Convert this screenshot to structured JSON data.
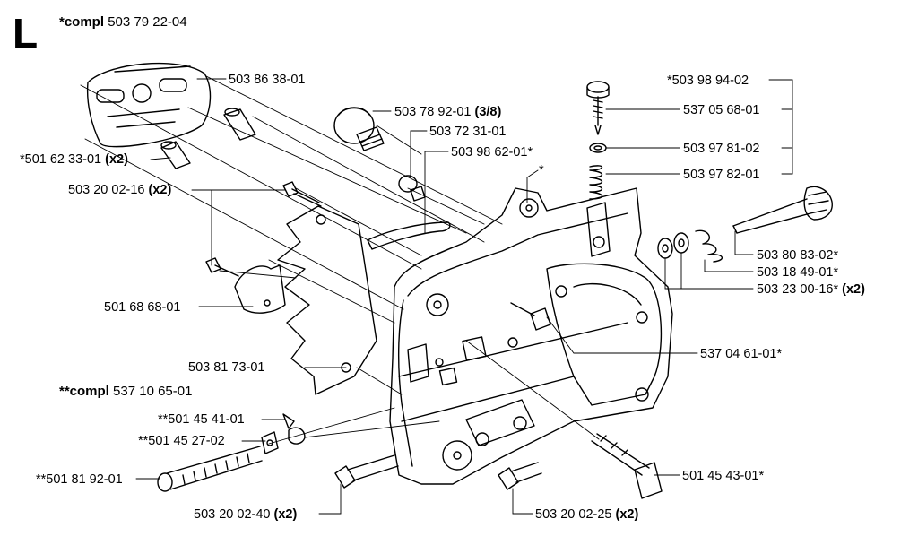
{
  "section": {
    "letter": "L",
    "assembly_prefix": "*compl",
    "assembly_number": "503 79 22-04"
  },
  "subassembly": {
    "prefix": "**compl",
    "number": "537 10 65-01"
  },
  "parts": [
    {
      "id": "p1",
      "number": "503 86 38-01",
      "qty": ""
    },
    {
      "id": "p2",
      "number": "*501 62 33-01",
      "qty": "(x2)"
    },
    {
      "id": "p3",
      "number": "503 20 02-16",
      "qty": "(x2)"
    },
    {
      "id": "p4",
      "number": "501 68 68-01",
      "qty": ""
    },
    {
      "id": "p5",
      "number": "503 81 73-01",
      "qty": ""
    },
    {
      "id": "p6",
      "number": "**501 45 41-01",
      "qty": ""
    },
    {
      "id": "p7",
      "number": "**501 45 27-02",
      "qty": ""
    },
    {
      "id": "p8",
      "number": "**501 81 92-01",
      "qty": ""
    },
    {
      "id": "p9",
      "number": "503 20 02-40",
      "qty": "(x2)"
    },
    {
      "id": "p10",
      "number": "503 20 02-25",
      "qty": "(x2)"
    },
    {
      "id": "p11",
      "number": "501 45 43-01*",
      "qty": ""
    },
    {
      "id": "p12",
      "number": "537 04 61-01*",
      "qty": ""
    },
    {
      "id": "p13",
      "number": "503 23 00-16*",
      "qty": "(x2)"
    },
    {
      "id": "p14",
      "number": "503 18 49-01*",
      "qty": ""
    },
    {
      "id": "p15",
      "number": "503 80 83-02*",
      "qty": ""
    },
    {
      "id": "p16",
      "number": "503 97 82-01",
      "qty": ""
    },
    {
      "id": "p17",
      "number": "503 97 81-02",
      "qty": ""
    },
    {
      "id": "p18",
      "number": "537 05 68-01",
      "qty": ""
    },
    {
      "id": "p19",
      "number": "*503 98 94-02",
      "qty": ""
    },
    {
      "id": "p20",
      "number": "503 78 92-01",
      "qty": "(3/8)"
    },
    {
      "id": "p21",
      "number": "503 72 31-01",
      "qty": ""
    },
    {
      "id": "p22",
      "number": "503 98 62-01*",
      "qty": ""
    },
    {
      "id": "p23",
      "number": "*",
      "qty": ""
    }
  ]
}
